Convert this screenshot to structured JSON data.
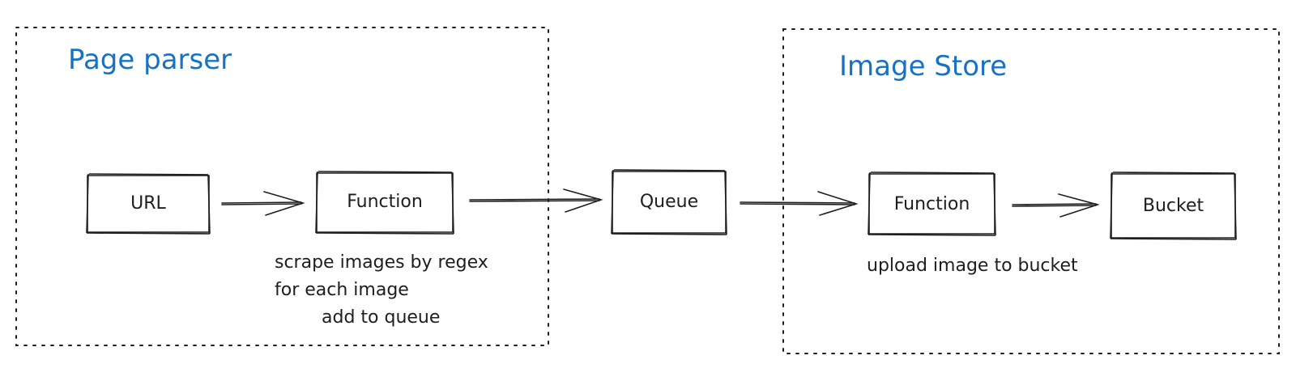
{
  "colors": {
    "stroke": "#1e1e1e",
    "title": "#1971c2",
    "background": "#ffffff"
  },
  "regions": {
    "page_parser": {
      "title": "Page parser"
    },
    "image_store": {
      "title": "Image Store"
    }
  },
  "nodes": {
    "url": {
      "label": "URL"
    },
    "function_parser": {
      "label": "Function"
    },
    "queue": {
      "label": "Queue"
    },
    "function_store": {
      "label": "Function"
    },
    "bucket": {
      "label": "Bucket"
    }
  },
  "notes": {
    "parser": {
      "line1": "scrape images by regex",
      "line2": "for each image",
      "line3": "add to queue"
    },
    "store": {
      "line1": "upload image to bucket"
    }
  }
}
